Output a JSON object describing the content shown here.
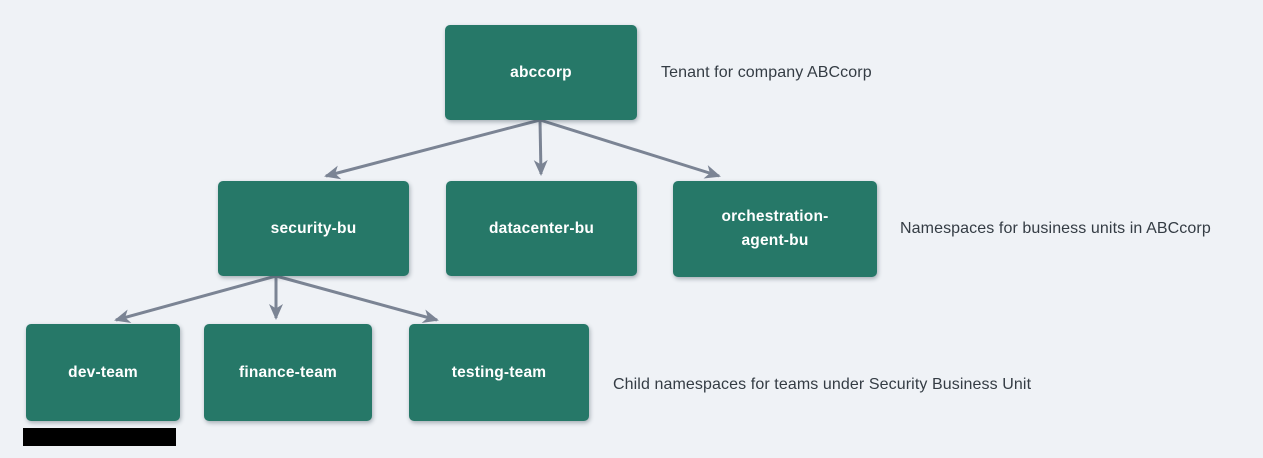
{
  "colors": {
    "background": "#eff2f6",
    "node_fill": "#267868",
    "node_text": "#ffffff",
    "arrow": "#7b8494",
    "annotation_text": "#343c44",
    "redaction": "#000000"
  },
  "nodes": {
    "tenant": {
      "label": "abccorp"
    },
    "security_bu": {
      "label": "security-bu"
    },
    "datacenter_bu": {
      "label": "datacenter-bu"
    },
    "orchestration_bu": {
      "label": "orchestration-agent-bu"
    },
    "dev_team": {
      "label": "dev-team"
    },
    "finance_team": {
      "label": "finance-team"
    },
    "testing_team": {
      "label": "testing-team"
    }
  },
  "annotations": {
    "tenant": "Tenant for company ABCcorp",
    "business_units": "Namespaces for business units in ABCcorp",
    "teams": "Child namespaces for teams under Security Business Unit"
  },
  "edges": [
    {
      "from": "abccorp",
      "to": "security-bu"
    },
    {
      "from": "abccorp",
      "to": "datacenter-bu"
    },
    {
      "from": "abccorp",
      "to": "orchestration-agent-bu"
    },
    {
      "from": "security-bu",
      "to": "dev-team"
    },
    {
      "from": "security-bu",
      "to": "finance-team"
    },
    {
      "from": "security-bu",
      "to": "testing-team"
    }
  ]
}
